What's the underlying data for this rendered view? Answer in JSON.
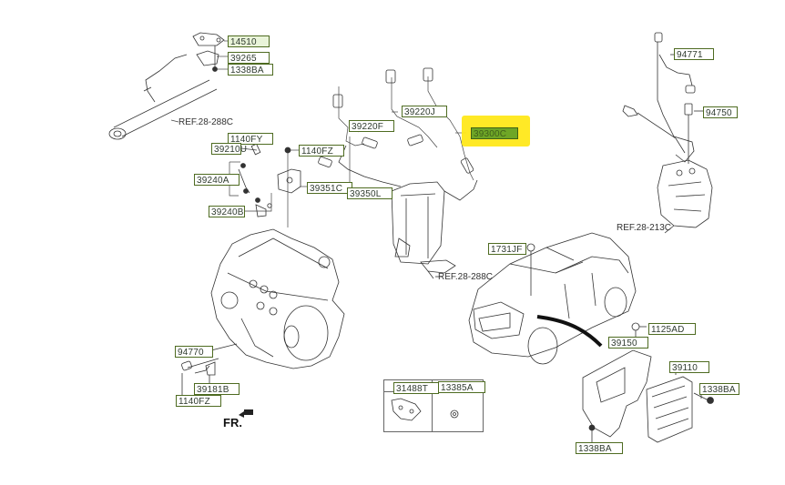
{
  "diagram": {
    "selected_part": "39300C",
    "highlight_color": "#ffe81a",
    "label_border_color": "#4e6b21",
    "selected_fill_color": "#6ea626",
    "labels": {
      "p14510": "14510",
      "p39265": "39265",
      "p1338BA_top": "1338BA",
      "p1140FY": "1140FY",
      "p39210U": "39210U",
      "p39240A": "39240A",
      "p39240B": "39240B",
      "p1140FZ_mid": "1140FZ",
      "p39351C": "39351C",
      "p39350L": "39350L",
      "p39220F": "39220F",
      "p39220J": "39220J",
      "p39300C": "39300C",
      "p94771": "94771",
      "p94750": "94750",
      "p1731JF": "1731JF",
      "p94770": "94770",
      "p39181B": "39181B",
      "p1140FZ_bot": "1140FZ",
      "p31488T": "31488T",
      "p13385A": "13385A",
      "p1125AD": "1125AD",
      "p39150": "39150",
      "p39110": "39110",
      "p1338BA_ecu": "1338BA",
      "p1338BA_bracket": "1338BA"
    },
    "refs": {
      "ref_exhaust_pipe": "REF.28-288C",
      "ref_catalytic": "REF.28-288C",
      "ref_transmission": "REF.28-213C"
    },
    "front_indicator": "FR."
  }
}
